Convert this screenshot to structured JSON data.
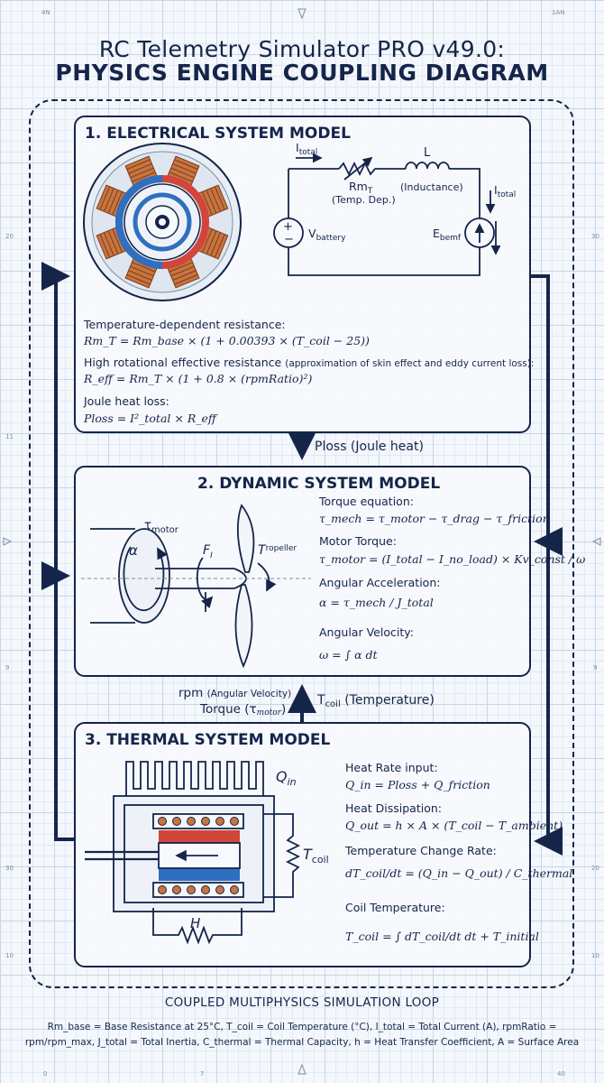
{
  "page": {
    "title_line1": "RC Telemetry Simulator PRO v49.0:",
    "title_line2": "PHYSICS ENGINE COUPLING DIAGRAM",
    "loop_label": "COUPLED MULTIPHYSICS SIMULATION LOOP",
    "legend": "Rmₐₐₐₐ = Base Resistance at 25°C, Tₐₐₐₐ = Coil Temperature (°C), Iₐₐₐₐₐ = Total Current (A), rpmRatio = rpm/rpmₘₐₓ, Jₜₒₜₐₗ = Total Inertia, Cₜₕₑᵣₘₐₗ = Thermal Capacity, h = Heat Transfer Coefficient, A = Surface Area"
  },
  "ruler": {
    "top_left": "4N",
    "top_right": "1AN",
    "left_20": "20",
    "right_30": "30",
    "left_11": "11",
    "left_9": "9",
    "right_9": "9",
    "left_30": "30",
    "right_20": "20",
    "left_10": "10",
    "right_10": "10",
    "bottom_0": "0",
    "bottom_7": "7",
    "bottom_40": "40"
  },
  "electrical": {
    "title": "1. ELECTRICAL SYSTEM MODEL",
    "circuit": {
      "i_total": "I",
      "i_total_sub": "total",
      "rmt": "Rm",
      "rmt_sub": "T",
      "rmt_note": "(Temp. Dep.)",
      "inductor": "L",
      "inductor_note": "(Inductance)",
      "battery": "V",
      "battery_sub": "battery",
      "emf": "E",
      "emf_sub": "bemf",
      "i_total_right": "I",
      "i_total_right_sub": "total"
    },
    "eq1_label": "Temperature-dependent resistance:",
    "eq1": "Rm_T = Rm_base × (1 + 0.00393 × (T_coil − 25))",
    "eq2_label": "High rotational effective resistance",
    "eq2_label_note": "(approximation of skin effect and eddy current loss):",
    "eq2": "R_eff = Rm_T × (1 + 0.8 × (rpmRatio)²)",
    "eq3_label": "Joule heat loss:",
    "eq3": "Ploss = I²_total × R_eff"
  },
  "coupling": {
    "ploss": "Ploss (Joule heat)",
    "rpm": "rpm",
    "rpm_note": "(Angular Velocity)",
    "torque": "Torque (τ",
    "torque_sub": "motor",
    "torque_end": ")",
    "tcoil": "T",
    "tcoil_sub": "coil",
    "tcoil_note": "(Temperature)"
  },
  "dynamic": {
    "title": "2. DYNAMIC SYSTEM MODEL",
    "diagram": {
      "tau_motor": "τ",
      "tau_motor_sub": "motor",
      "alpha": "α",
      "fi": "F",
      "fi_sub": "I",
      "tpropeller": "T",
      "tpropeller_sub": "ropeller"
    },
    "eq1_label": "Torque equation:",
    "eq1": "τ_mech = τ_motor − τ_drag − τ_friction",
    "eq2_label": "Motor Torque:",
    "eq2": "τ_motor = (I_total − I_no_load) × Kv_const / ω",
    "eq3_label": "Angular Acceleration:",
    "eq3": "α = τ_mech / J_total",
    "eq4_label": "Angular Velocity:",
    "eq4": "ω = ∫ α dt"
  },
  "thermal": {
    "title": "3. THERMAL SYSTEM MODEL",
    "diagram": {
      "q_in": "Q",
      "q_in_sub": "in",
      "t_coil": "T",
      "t_coil_sub": "coil",
      "h": "H"
    },
    "eq1_label": "Heat Rate input:",
    "eq1": "Q_in = Ploss + Q_friction",
    "eq2_label": "Heat Dissipation:",
    "eq2": "Q_out = h × A × (T_coil − T_ambient)",
    "eq3_label": "Temperature Change Rate:",
    "eq3": "dT_coil/dt = (Q_in − Q_out) / C_thermal",
    "eq4_label": "Coil Temperature:",
    "eq4": "T_coil = ∫ dT_coil/dt dt + T_initial"
  }
}
